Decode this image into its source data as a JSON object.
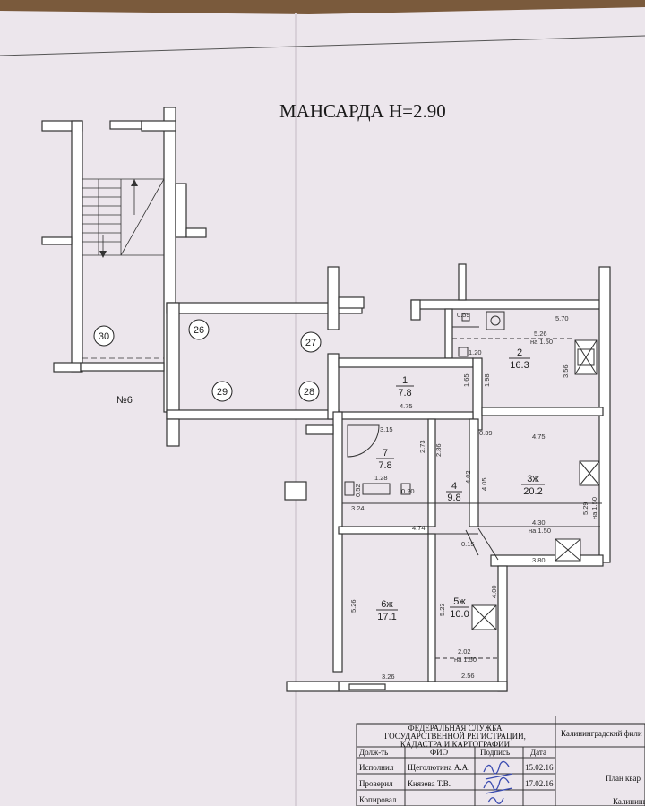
{
  "plan": {
    "title": "МАНСАРДА  Н=2.90",
    "unit_label": "№6",
    "circled": [
      "30",
      "26",
      "27",
      "29",
      "28"
    ],
    "rooms": [
      {
        "num": "1",
        "area": "7.8"
      },
      {
        "num": "2",
        "area": "16.3"
      },
      {
        "num": "3ж",
        "area": "20.2"
      },
      {
        "num": "4",
        "area": "9.8"
      },
      {
        "num": "5ж",
        "area": "10.0"
      },
      {
        "num": "6ж",
        "area": "17.1"
      },
      {
        "num": "7",
        "area": "7.8"
      }
    ],
    "dims": {
      "d570": "5.70",
      "d526": "5.26",
      "d_na150_a": "на 1.50",
      "d356": "3.56",
      "d120": "1.20",
      "d059": "0.59",
      "d165": "1.65",
      "d198": "1.98",
      "d475a": "4.75",
      "d315": "3.15",
      "d273": "2.73",
      "d286": "2.86",
      "d039": "0.39",
      "d475b": "4.75",
      "d128": "1.28",
      "d402": "4.02",
      "d405": "4.05",
      "d529": "5.29",
      "d_na150_b": "на 1.50",
      "d052": "0.52",
      "d020": "0.20",
      "d324": "3.24",
      "d430": "4.30",
      "d_na150_c": "на 1.50",
      "d474": "4.74",
      "d015": "0.15",
      "d380": "3.80",
      "d526b": "5.26",
      "d523": "5.23",
      "d400": "4.00",
      "d202": "2.02",
      "d_na150_d": "на 1.50",
      "d326": "3.26",
      "d256": "2.56"
    }
  },
  "title_block": {
    "agency": [
      "ФЕДЕРАЛЬНАЯ СЛУЖБА",
      "ГОСУДАРСТВЕННОЙ РЕГИСТРАЦИИ,",
      "КАДАСТРА И КАРТОГРАФИИ"
    ],
    "branch": "Калининградский фили",
    "headers": {
      "position": "Долж-ть",
      "name": "ФИО",
      "signature": "Подпись",
      "date": "Дата"
    },
    "rows": [
      {
        "position": "Исполнил",
        "name": "Щеголютина А.А.",
        "date": "15.02.16"
      },
      {
        "position": "Проверил",
        "name": "Князева  Т.В.",
        "date": "17.02.16"
      },
      {
        "position": "Копировал",
        "name": "",
        "date": ""
      }
    ],
    "sheet_title": "План квар",
    "footer_fragment": "Калининг"
  }
}
